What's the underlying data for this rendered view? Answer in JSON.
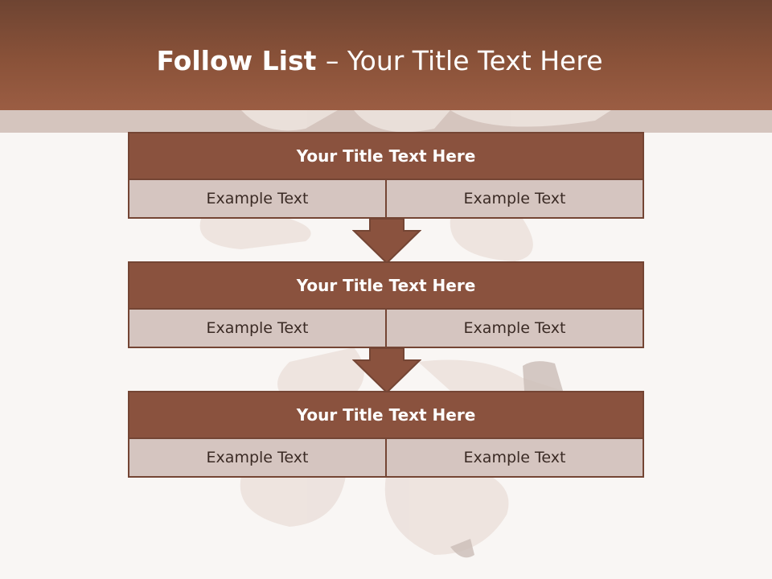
{
  "header": {
    "title_bold": "Follow List ",
    "title_rest": " – Your Title Text Here"
  },
  "blocks": [
    {
      "title": "Your Title Text Here",
      "cells": [
        "Example Text",
        "Example Text"
      ]
    },
    {
      "title": "Your Title Text Here",
      "cells": [
        "Example Text",
        "Example Text"
      ]
    },
    {
      "title": "Your Title Text Here",
      "cells": [
        "Example Text",
        "Example Text"
      ]
    }
  ],
  "colors": {
    "header": "#8a5239",
    "block_title": "#8a523e",
    "block_cell": "#d5c5c0",
    "border": "#744534"
  }
}
